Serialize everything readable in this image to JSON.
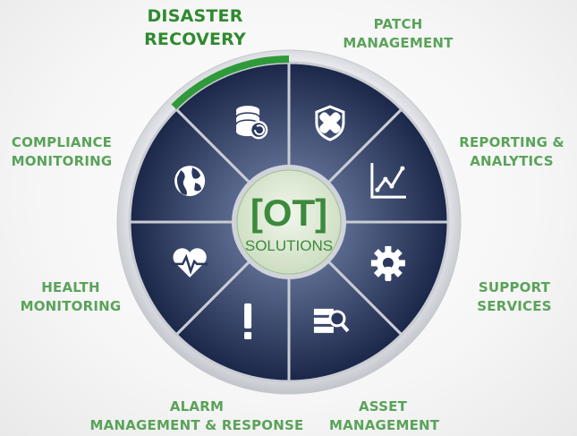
{
  "center": {
    "logo_text": "[OT]",
    "subtitle": "SOLUTIONS"
  },
  "segments": [
    {
      "id": "disaster-recovery",
      "line1": "DISASTER",
      "line2": "RECOVERY",
      "icon": "database-restore-icon",
      "active": true
    },
    {
      "id": "patch-management",
      "line1": "PATCH",
      "line2": "MANAGEMENT",
      "icon": "shield-bandage-icon",
      "active": false
    },
    {
      "id": "reporting-analytics",
      "line1": "REPORTING &",
      "line2": "ANALYTICS",
      "icon": "line-chart-icon",
      "active": false
    },
    {
      "id": "support-services",
      "line1": "SUPPORT",
      "line2": "SERVICES",
      "icon": "gear-wrench-icon",
      "active": false
    },
    {
      "id": "asset-management",
      "line1": "ASSET",
      "line2": "MANAGEMENT",
      "icon": "server-search-icon",
      "active": false
    },
    {
      "id": "alarm-management",
      "line1": "ALARM",
      "line2": "MANAGEMENT & RESPONSE",
      "icon": "exclamation-icon",
      "active": false
    },
    {
      "id": "health-monitoring",
      "line1": "HEALTH",
      "line2": "MONITORING",
      "icon": "heart-pulse-icon",
      "active": false
    },
    {
      "id": "compliance-monitoring",
      "line1": "COMPLIANCE",
      "line2": "MONITORING",
      "icon": "globe-icon",
      "active": false
    }
  ],
  "colors": {
    "brand_green": "#5aa35a",
    "active_green": "#2f8a2f",
    "segment_dark": "#1f2e52",
    "segment_light": "#4a5a80",
    "center_fill": "#e3eedc",
    "ring": "#d4d6db"
  }
}
